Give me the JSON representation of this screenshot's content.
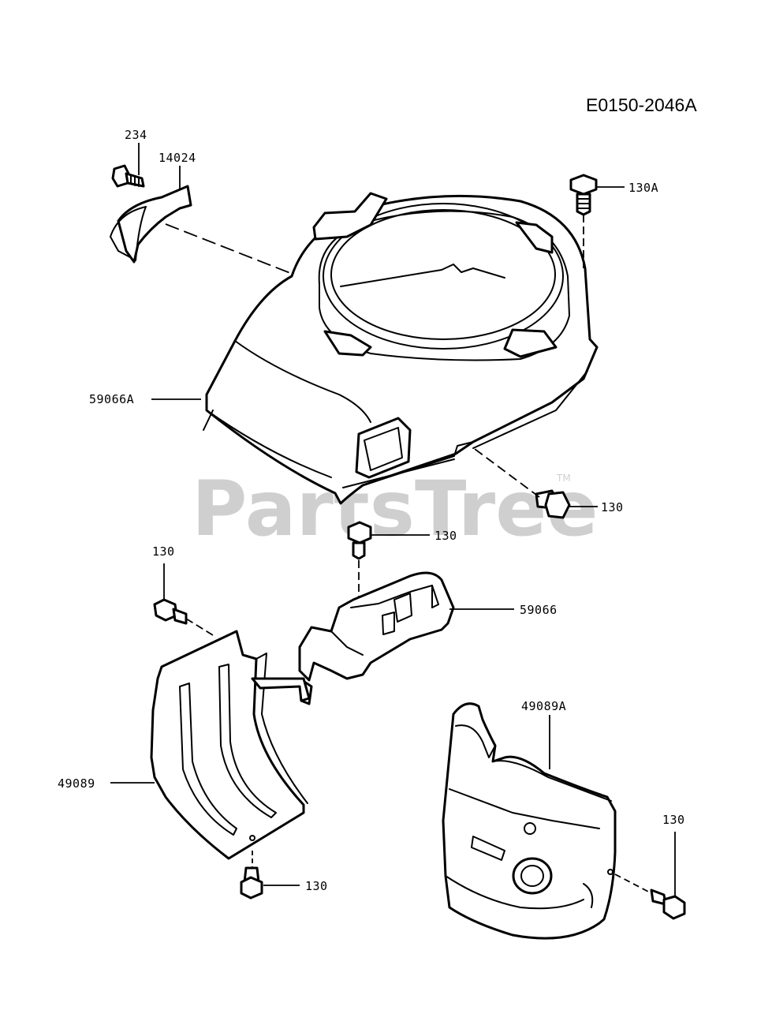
{
  "diagram": {
    "code": "E0150-2046A",
    "watermark": "PartsTree",
    "watermark_tm": "TM"
  },
  "callouts": {
    "c234": "234",
    "c14024": "14024",
    "c130A": "130A",
    "c59066A": "59066A",
    "c130_blower": "130",
    "c130_mid": "130",
    "c130_left": "130",
    "c59066": "59066",
    "c49089A": "49089A",
    "c49089": "49089",
    "c130_bottom": "130",
    "c130_right": "130"
  }
}
